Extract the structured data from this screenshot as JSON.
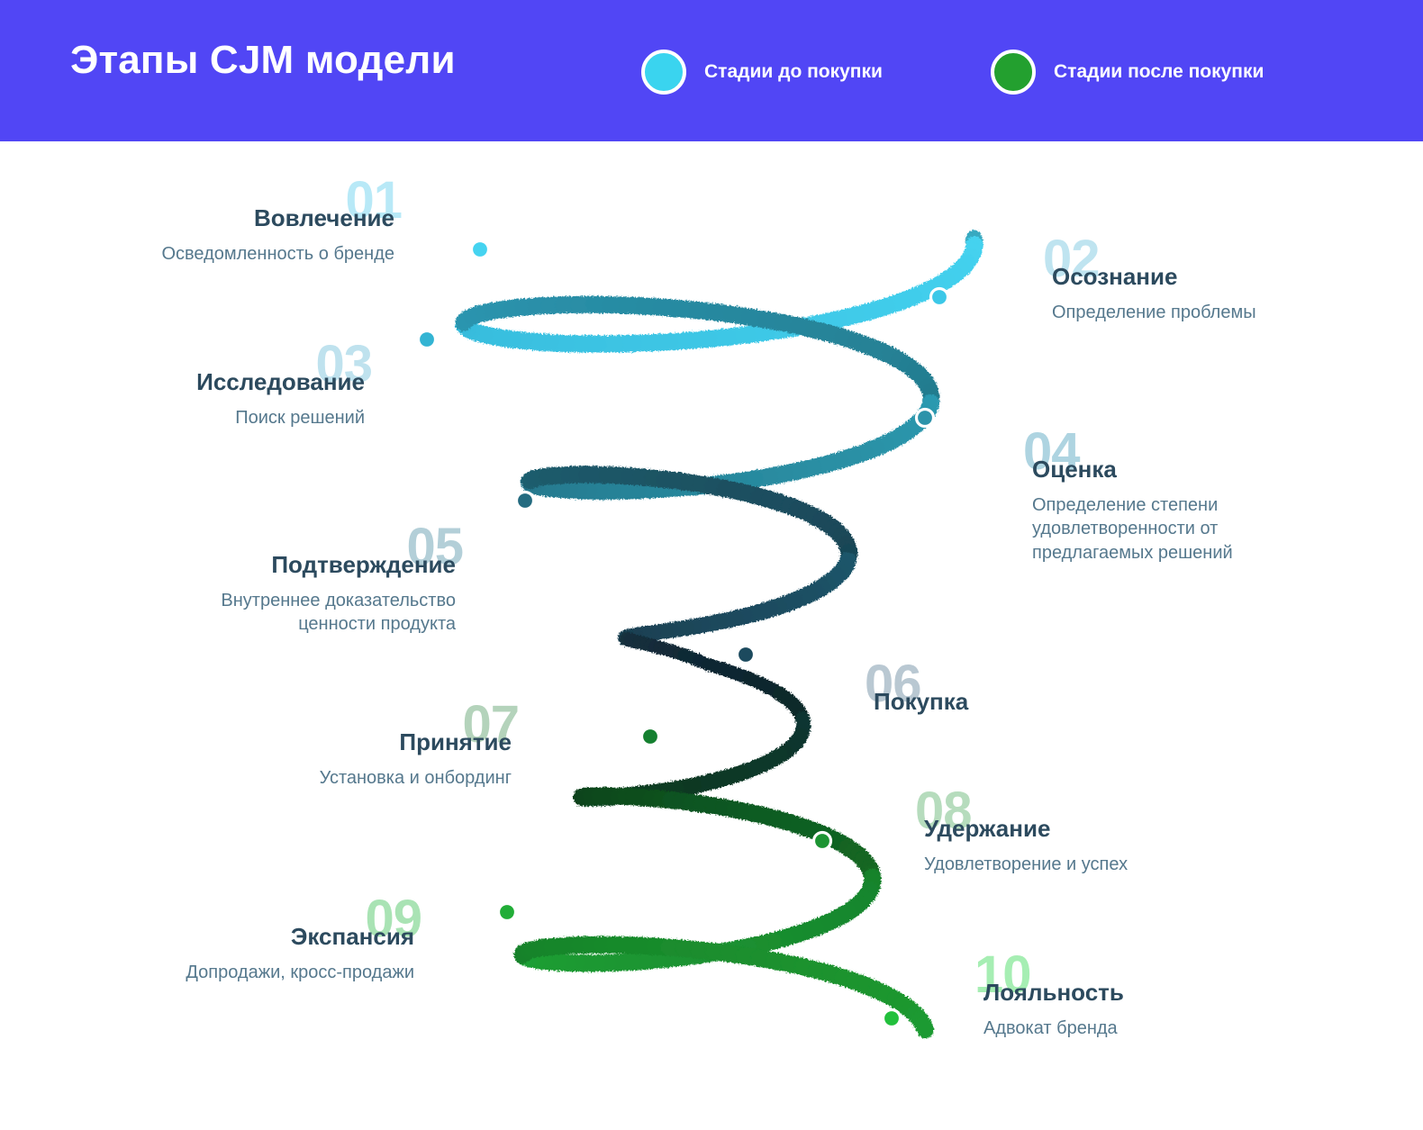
{
  "header": {
    "title": "Этапы CJM модели",
    "bg_color": "#5146f5",
    "legend": [
      {
        "label": "Стадии до покупки",
        "color": "#3ad4ef",
        "icon": "circle-icon"
      },
      {
        "label": "Стадии после покупки",
        "color": "#23a02f",
        "icon": "circle-icon"
      }
    ]
  },
  "chart_data": {
    "type": "diagram",
    "shape": "helix-spiral-funnel",
    "title": "Этапы CJM модели",
    "phases": [
      {
        "name": "Стадии до покупки",
        "steps": [
          1,
          2,
          3,
          4,
          5,
          6
        ],
        "color": "#3ad4ef"
      },
      {
        "name": "Стадии после покупки",
        "steps": [
          7,
          8,
          9,
          10
        ],
        "color": "#23a02f"
      }
    ],
    "gradient_stops": [
      "#45d3f0",
      "#35b9da",
      "#2a93a8",
      "#236b80",
      "#1d4a5e",
      "#14303f",
      "#0e3a22",
      "#157a2a",
      "#1d9c33",
      "#22c03c"
    ]
  },
  "steps": [
    {
      "num": "01",
      "title": "Вовлечение",
      "sub": "Осведомленность о бренде",
      "side": "left",
      "num_color": "#b8e9f7",
      "marker_color": "#45d3f0"
    },
    {
      "num": "02",
      "title": "Осознание",
      "sub": "Определение проблемы",
      "side": "right",
      "num_color": "#bfe4f0",
      "marker_color": "#3cc8e8"
    },
    {
      "num": "03",
      "title": "Исследование",
      "sub": "Поиск решений",
      "side": "left",
      "num_color": "#bfe2ee",
      "marker_color": "#33b4d3"
    },
    {
      "num": "04",
      "title": "Оценка",
      "sub": "Определение степени\nудовлетворенности от\nпредлагаемых решений",
      "side": "right",
      "num_color": "#aed4e1",
      "marker_color": "#2c93aa"
    },
    {
      "num": "05",
      "title": "Подтверждение",
      "sub": "Внутреннее доказательство\nценности продукта",
      "side": "left",
      "num_color": "#b3cfd8",
      "marker_color": "#246b80"
    },
    {
      "num": "06",
      "title": "Покупка",
      "sub": "",
      "side": "right",
      "num_color": "#b9c8d2",
      "marker_color": "#1c4a5e"
    },
    {
      "num": "07",
      "title": "Принятие",
      "sub": "Установка и онбординг",
      "side": "left",
      "num_color": "#b4d3bb",
      "marker_color": "#158030"
    },
    {
      "num": "08",
      "title": "Удержание",
      "sub": "Удовлетворение и успех",
      "side": "right",
      "num_color": "#b6dcbd",
      "marker_color": "#1d9433"
    },
    {
      "num": "09",
      "title": "Экспансия",
      "sub": "Допродажи, кросс-продажи",
      "side": "left",
      "num_color": "#a9e3b4",
      "marker_color": "#21ad37"
    },
    {
      "num": "10",
      "title": "Лояльность",
      "sub": "Адвокат бренда",
      "side": "right",
      "num_color": "#a6eeb3",
      "marker_color": "#22c03c"
    }
  ]
}
